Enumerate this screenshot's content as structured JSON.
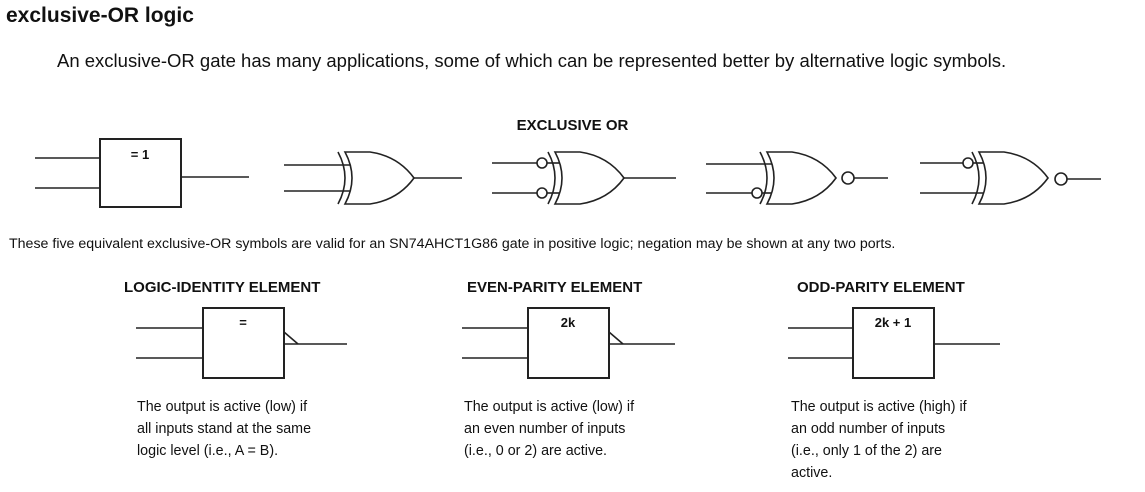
{
  "page": {
    "title": "exclusive-OR logic",
    "intro": "An exclusive-OR gate has many applications, some of which can be represented better by alternative logic symbols."
  },
  "symbols_section": {
    "heading": "EXCLUSIVE OR",
    "box_label": "= 1",
    "caption": "These five equivalent exclusive-OR symbols are valid for an SN74AHCT1G86 gate in positive logic; negation may be shown at any two ports."
  },
  "elements": [
    {
      "title": "LOGIC-IDENTITY ELEMENT",
      "box_label": "=",
      "desc_lines": [
        "The output is active (low) if",
        "all inputs stand at the same",
        "logic level (i.e., A = B)."
      ]
    },
    {
      "title": "EVEN-PARITY ELEMENT",
      "box_label": "2k",
      "desc_lines": [
        "The output is active (low) if",
        "an even number of inputs",
        "(i.e., 0 or 2) are active."
      ]
    },
    {
      "title": "ODD-PARITY ELEMENT",
      "box_label": "2k + 1",
      "desc_lines": [
        "The output is active (high) if",
        "an odd number of inputs",
        "(i.e., only 1 of the 2) are",
        "active."
      ]
    }
  ]
}
